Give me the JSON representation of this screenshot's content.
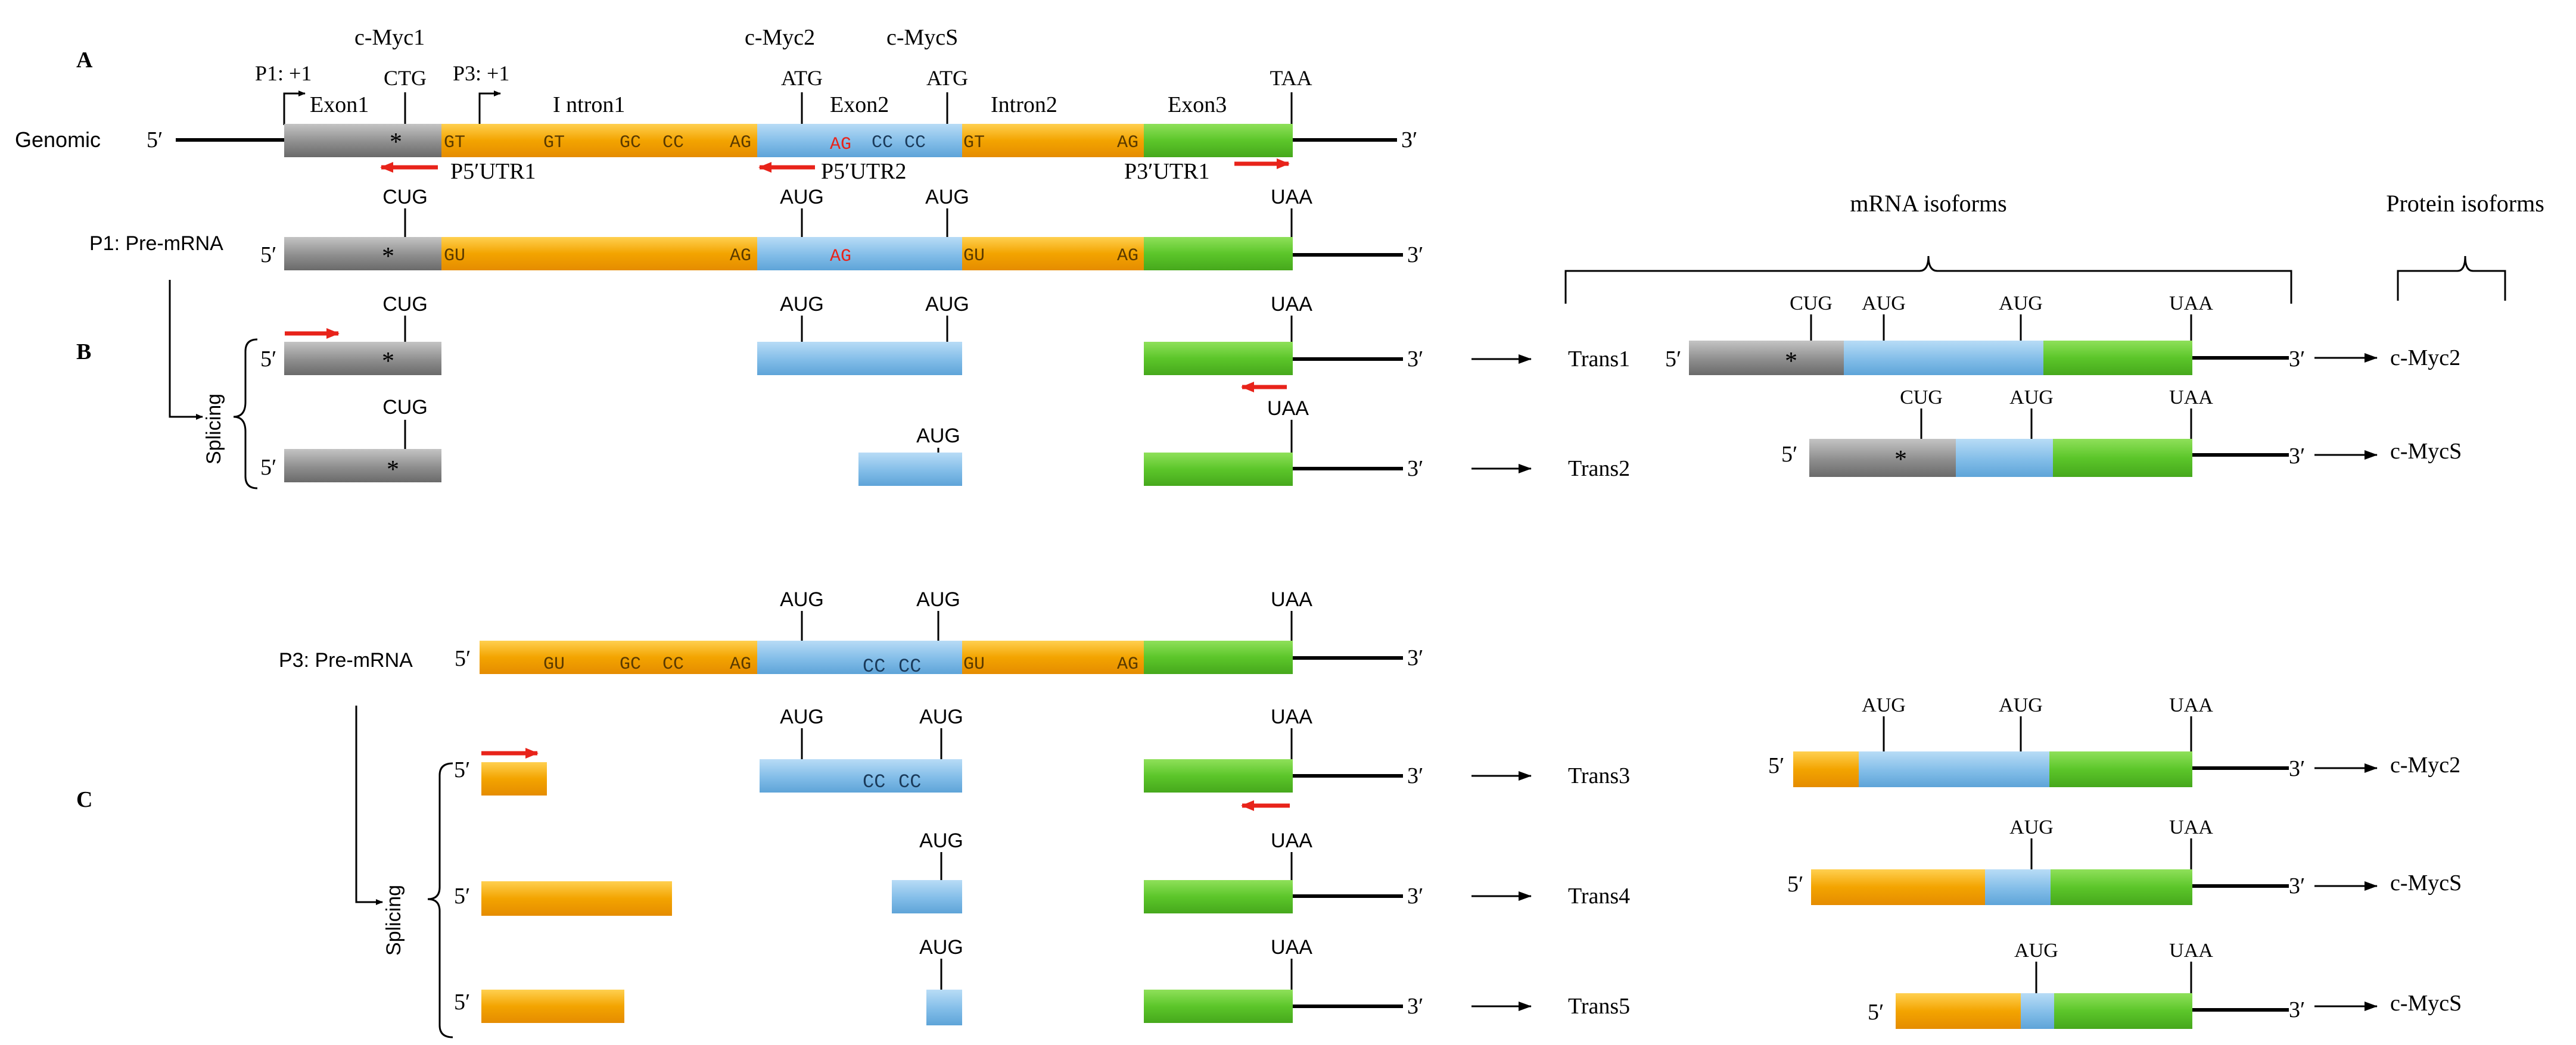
{
  "panels": {
    "A": "A",
    "B": "B",
    "C": "C"
  },
  "colors": {
    "exon1_gray": "#8a8a8a",
    "intron_orange": "#f2a000",
    "exon2_blue": "#7cb8e4",
    "exon3_green": "#5cc62a",
    "arrow_red": "#e8231a",
    "text_black": "#000000",
    "splice_red": "#e8231a"
  },
  "genomic": {
    "row_label": "Genomic",
    "five": "5′",
    "three": "3′",
    "promoter_p1": "P1: +1",
    "promoter_p3": "P3: +1",
    "cmyc1": "c-Myc1",
    "cmyc2": "c-Myc2",
    "cmycs": "c-MycS",
    "ctg": "CTG",
    "atg1": "ATG",
    "atg2": "ATG",
    "taa": "TAA",
    "exon1": "Exon1",
    "intron1": "I ntron1",
    "exon2": "Exon2",
    "intron2": "Intron2",
    "exon3": "Exon3",
    "star": "*",
    "gt1": "GT",
    "gt2": "GT",
    "gc": "GC",
    "cc1": "CC",
    "ag1": "AG",
    "ag_red": "AG",
    "cc2": "CC",
    "cc3": "CC",
    "gt3": "GT",
    "ag2": "AG",
    "primer_p5utr1": "P5′UTR1",
    "primer_p5utr2": "P5′UTR2",
    "primer_p3utr1": "P3′UTR1"
  },
  "p1": {
    "label": "P1: Pre-mRNA",
    "five": "5′",
    "three": "3′",
    "cug": "CUG",
    "aug1": "AUG",
    "aug2": "AUG",
    "uaa": "UAA",
    "gu1": "GU",
    "ag1": "AG",
    "ag_red": "AG",
    "gu2": "GU",
    "ag2": "AG",
    "star": "*"
  },
  "splicing_label": "Splicing",
  "headers": {
    "mrna": "mRNA isoforms",
    "protein": "Protein isoforms"
  },
  "b_rows": [
    {
      "five": "5′",
      "cug": "CUG",
      "aug1": "AUG",
      "aug2": "AUG",
      "uaa": "UAA",
      "three": "3′",
      "trans": "Trans1",
      "iso_five": "5′",
      "iso_cug": "CUG",
      "iso_aug1": "AUG",
      "iso_aug2": "AUG",
      "iso_uaa": "UAA",
      "iso_three": "3′",
      "protein": "c-Myc2",
      "star": "*"
    },
    {
      "five": "5′",
      "cug": "CUG",
      "aug2": "AUG",
      "uaa": "UAA",
      "three": "3′",
      "trans": "Trans2",
      "iso_five": "5′",
      "iso_cug": "CUG",
      "iso_aug": "AUG",
      "iso_uaa": "UAA",
      "iso_three": "3′",
      "protein": "c-MycS",
      "star": "*"
    }
  ],
  "p3": {
    "label": "P3: Pre-mRNA",
    "five": "5′",
    "three": "3′",
    "aug1": "AUG",
    "aug2": "AUG",
    "uaa": "UAA",
    "gu": "GU",
    "gc": "GC",
    "cc1": "CC",
    "ag1": "AG",
    "cc2": "CC",
    "cc3": "CC",
    "gu2": "GU",
    "ag2": "AG"
  },
  "c_rows": [
    {
      "five": "5′",
      "aug1": "AUG",
      "aug2": "AUG",
      "cc1": "CC",
      "cc2": "CC",
      "uaa": "UAA",
      "three": "3′",
      "trans": "Trans3",
      "iso_five": "5′",
      "iso_aug1": "AUG",
      "iso_aug2": "AUG",
      "iso_uaa": "UAA",
      "iso_three": "3′",
      "protein": "c-Myc2"
    },
    {
      "five": "5′",
      "aug2": "AUG",
      "uaa": "UAA",
      "three": "3′",
      "trans": "Trans4",
      "iso_five": "5′",
      "iso_aug": "AUG",
      "iso_uaa": "UAA",
      "iso_three": "3′",
      "protein": "c-MycS"
    },
    {
      "five": "5′",
      "aug2": "AUG",
      "uaa": "UAA",
      "three": "3′",
      "trans": "Trans5",
      "iso_five": "5′",
      "iso_aug": "AUG",
      "iso_uaa": "UAA",
      "iso_three": "3′",
      "protein": "c-MycS"
    }
  ]
}
